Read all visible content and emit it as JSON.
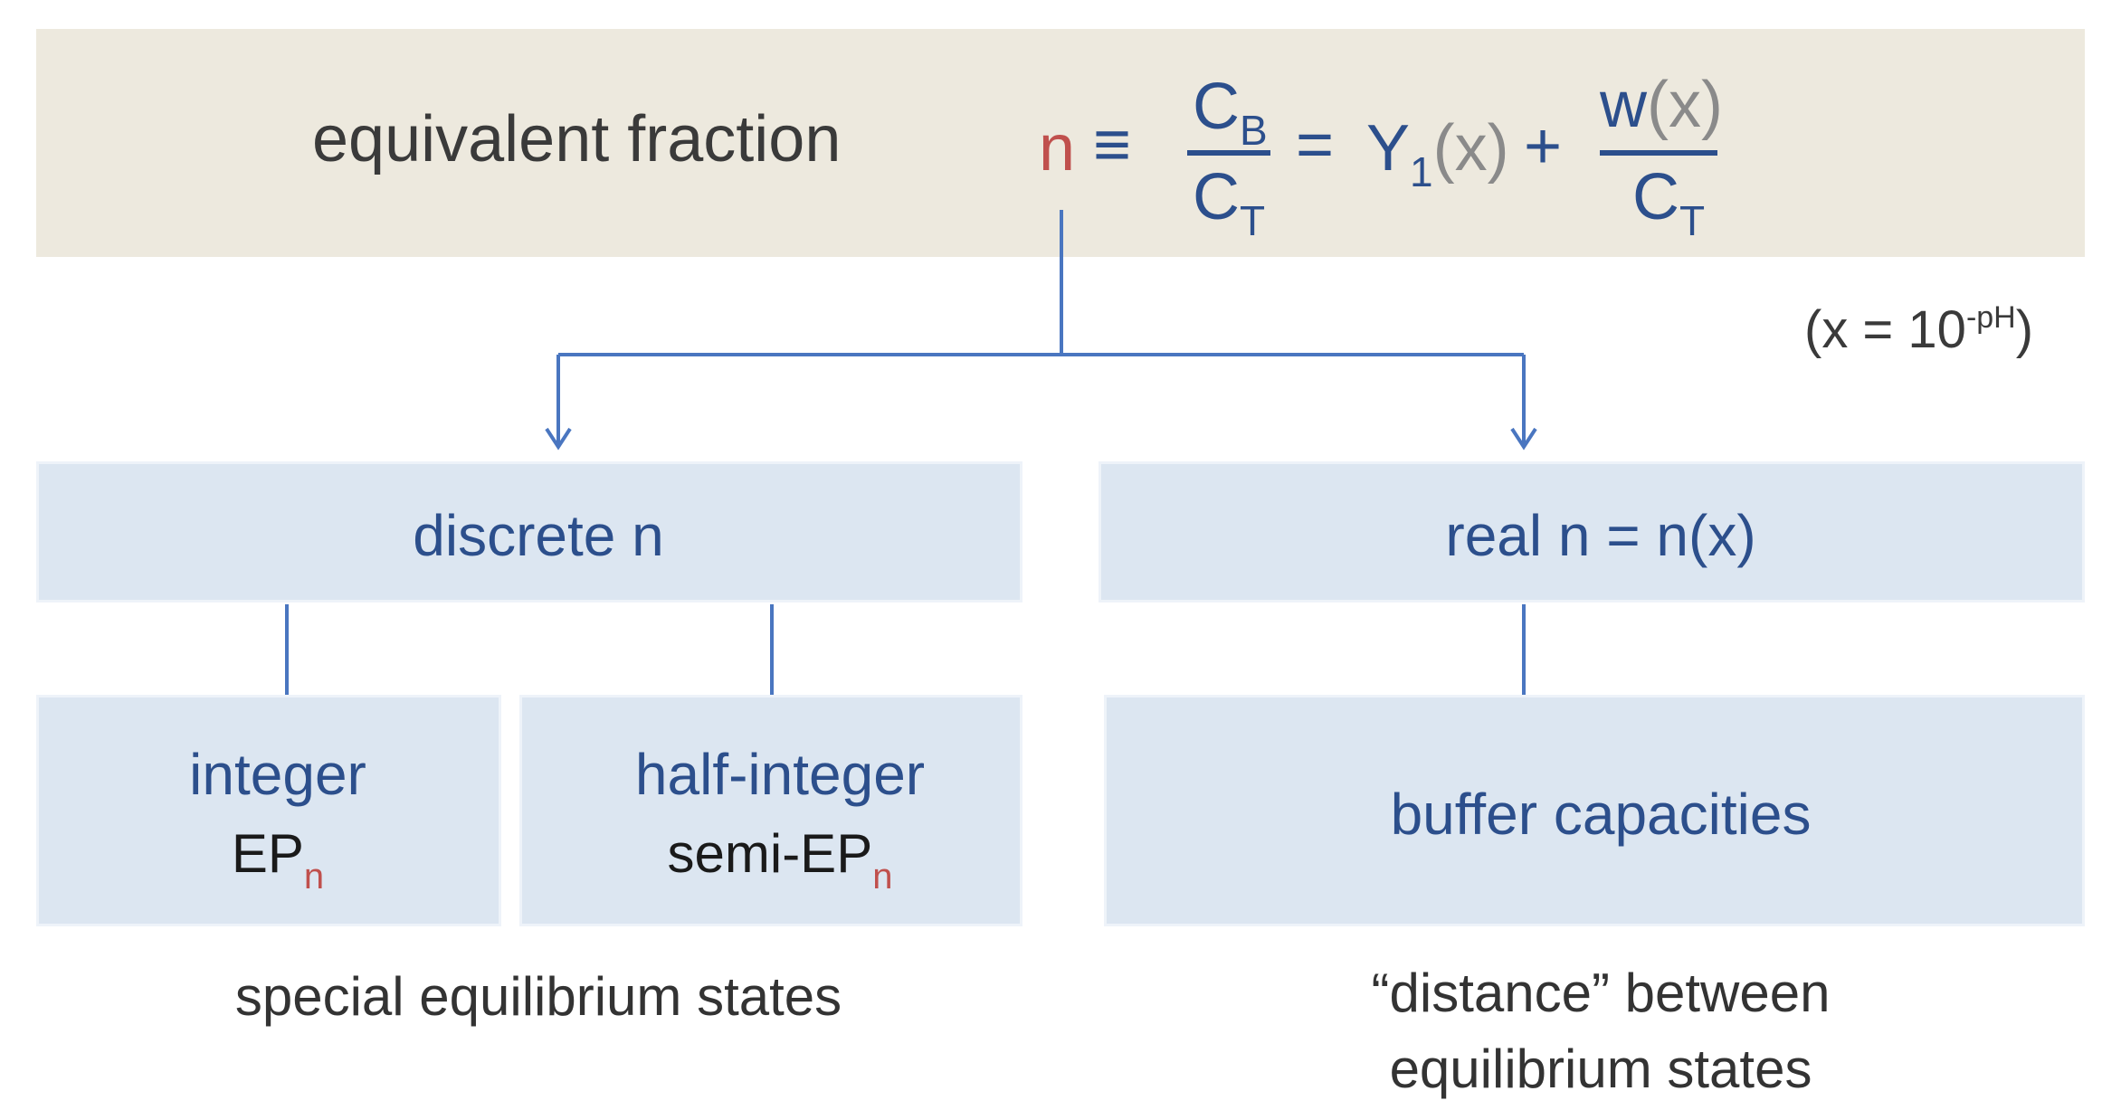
{
  "header": {
    "title": "equivalent fraction",
    "formula": {
      "n": "n",
      "equiv": "≡",
      "cb_base": "C",
      "cb_sub": "B",
      "ct_base": "C",
      "ct_sub": "T",
      "equals": "=",
      "y_base": "Y",
      "y_sub": "1",
      "y_arg": "(x)",
      "plus": "+",
      "w": "w",
      "w_arg": "(x)",
      "ct2_base": "C",
      "ct2_sub": "T"
    }
  },
  "x_note": {
    "open": "(x = 10",
    "sup": "-pH",
    "close": ")"
  },
  "boxes": {
    "discrete": "discrete n",
    "real": "real n = n(x)",
    "integer": {
      "label": "integer",
      "ep": "EP",
      "ep_sub": "n"
    },
    "half_integer": {
      "label": "half-integer",
      "ep": "semi-EP",
      "ep_sub": "n"
    },
    "buffer": "buffer capacities"
  },
  "notes": {
    "left": "special equilibrium states",
    "right_line1": "“distance” between",
    "right_line2": "equilibrium states"
  },
  "colors": {
    "header_bg": "#ede9de",
    "box_bg": "#dce6f1",
    "formula_blue": "#2c4f8c",
    "accent_red": "#c0504d",
    "connector": "#4a76c0"
  }
}
